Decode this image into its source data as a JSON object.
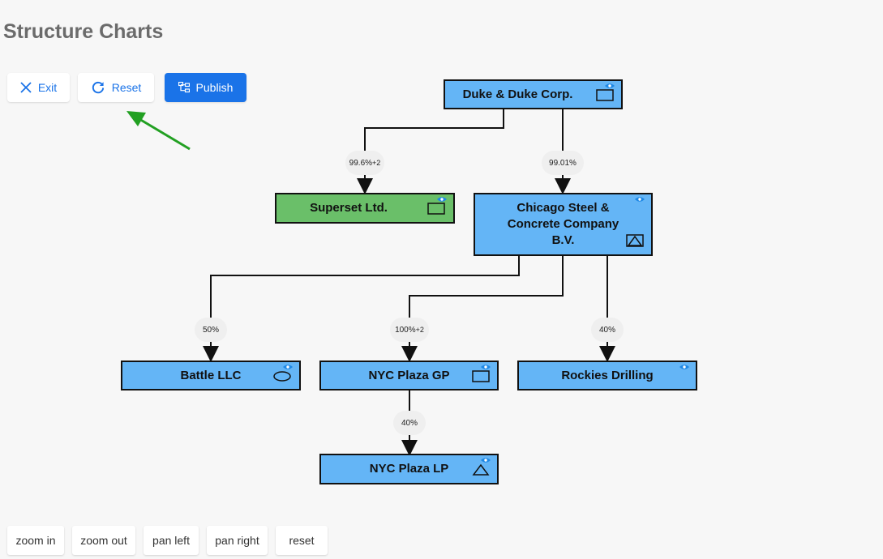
{
  "page": {
    "title": "Structure Charts"
  },
  "toolbar": {
    "exit_label": "Exit",
    "reset_label": "Reset",
    "publish_label": "Publish"
  },
  "chart": {
    "nodes": {
      "duke": {
        "label": "Duke & Duke Corp.",
        "shape": "rectangle"
      },
      "superset": {
        "label": "Superset Ltd.",
        "shape": "rectangle"
      },
      "chicago": {
        "line1": "Chicago Steel &",
        "line2": "Concrete Company",
        "line3": "B.V.",
        "shape": "triangle-in-box"
      },
      "battle": {
        "label": "Battle LLC",
        "shape": "ellipse"
      },
      "nycgp": {
        "label": "NYC Plaza GP",
        "shape": "rectangle"
      },
      "rockies": {
        "label": "Rockies Drilling"
      },
      "nyclp": {
        "label": "NYC Plaza LP",
        "shape": "triangle"
      }
    },
    "edges": {
      "duke_superset": {
        "value": "99.6",
        "suffix": "%",
        "extra": "+2"
      },
      "duke_chicago": {
        "value": "99.01%"
      },
      "chicago_battle": {
        "value": "50%"
      },
      "chicago_nycgp": {
        "value": "100",
        "suffix": "%",
        "extra": "+2"
      },
      "chicago_rockies": {
        "value": "40%"
      },
      "nycgp_nyclp": {
        "value": "40%"
      }
    },
    "colors": {
      "node_blue": "#64b5f6",
      "node_green": "#6abf69",
      "eye_icon": "#1e88e5",
      "accent": "#1a73e8",
      "annotation_arrow": "#22a022"
    }
  },
  "controls": {
    "zoom_in": "zoom in",
    "zoom_out": "zoom out",
    "pan_left": "pan left",
    "pan_right": "pan right",
    "reset": "reset"
  }
}
